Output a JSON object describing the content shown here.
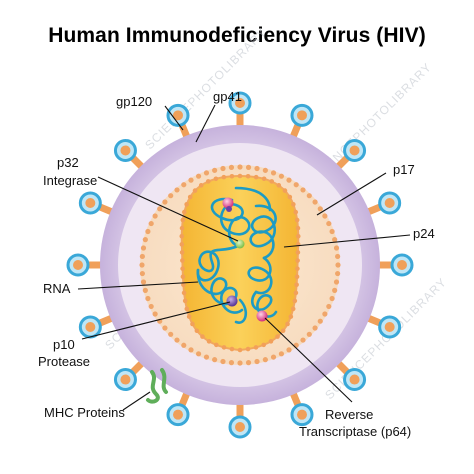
{
  "title": "Human Immunodeficiency Virus (HIV)",
  "labels": {
    "gp120": "gp120",
    "gp41": "gp41",
    "p32": "p32",
    "integrase": "Integrase",
    "p17": "p17",
    "p24": "p24",
    "rna": "RNA",
    "p10": "p10",
    "protease": "Protease",
    "mhc": "MHC Proteins",
    "reverse": "Reverse",
    "transcriptase": "Transcriptase (p64)"
  },
  "watermark": "SCIENCEPHOTOLIBRARY",
  "colors": {
    "envelope_outer": "#c8b6dc",
    "envelope_inner": "#ece4f2",
    "matrix_dots": "#f0a66a",
    "capsid_fill": "#f6c23e",
    "capsid_border": "#f2a85e",
    "rna": "#1d9bc4",
    "spike_stalk": "#f0a05a",
    "spike_head": "#3aa8d8",
    "mhc": "#5fae5a"
  }
}
